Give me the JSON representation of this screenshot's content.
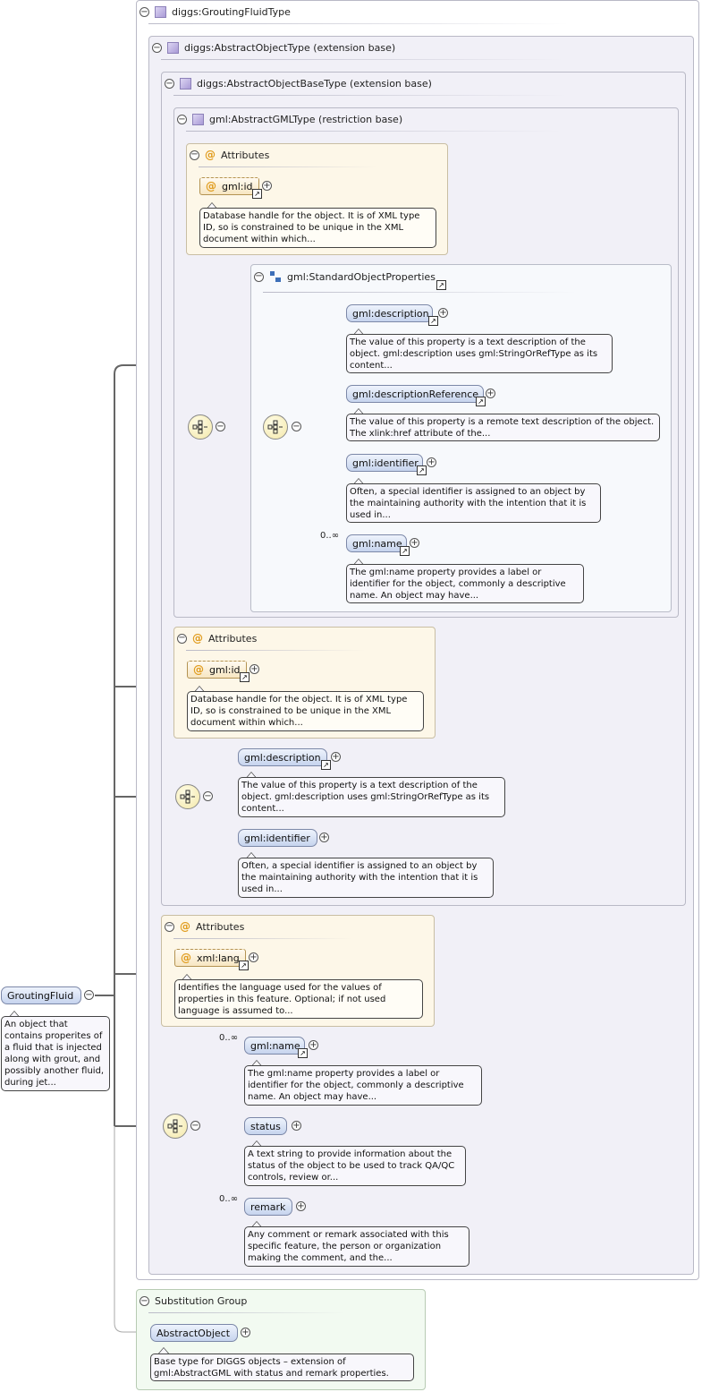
{
  "root": {
    "type_label": "diggs:GroutingFluidType",
    "element": "GroutingFluid",
    "element_desc": "An object that contains properites of a fluid that is injected along with grout, and possibly another fluid, during jet..."
  },
  "abstract_object_type": {
    "label": "diggs:AbstractObjectType (extension base)"
  },
  "abstract_object_base_type": {
    "label": "diggs:AbstractObjectBaseType (extension base)"
  },
  "abstract_gml_type": {
    "label": "gml:AbstractGMLType (restriction base)",
    "attributes_header": "Attributes",
    "id_attr": {
      "name": "gml:id",
      "desc": "Database handle for the object. It is of XML type ID, so is constrained to be unique in the XML document within which..."
    },
    "group": {
      "label": "gml:StandardObjectProperties",
      "elements": [
        {
          "name": "gml:description",
          "occurs": "",
          "desc": "The value of this property is a text description of the object. gml:description uses gml:StringOrRefType as its content..."
        },
        {
          "name": "gml:descriptionReference",
          "occurs": "",
          "desc": "The value of this property is a remote text description of the object. The xlink:href attribute of the..."
        },
        {
          "name": "gml:identifier",
          "occurs": "",
          "desc": "Often, a special identifier is assigned to an object by the maintaining authority with the intention that it is used in..."
        },
        {
          "name": "gml:name",
          "occurs": "0..∞",
          "desc": "The gml:name property provides a label or identifier for the object, commonly a descriptive name. An object may have..."
        }
      ]
    }
  },
  "base_attributes": {
    "header": "Attributes",
    "id_attr": {
      "name": "gml:id",
      "desc": "Database handle for the object. It is of XML type ID, so is constrained to be unique in the XML document within which..."
    }
  },
  "base_sequence": [
    {
      "name": "gml:description",
      "desc": "The value of this property is a text description of the object. gml:description uses gml:StringOrRefType as its content..."
    },
    {
      "name": "gml:identifier",
      "desc": "Often, a special identifier is assigned to an object by the maintaining authority with the intention that it is used in..."
    }
  ],
  "object_attributes": {
    "header": "Attributes",
    "lang_attr": {
      "name": "xml:lang",
      "desc": "Identifies the language used for the values of properties in this feature. Optional; if not used language is assumed to..."
    }
  },
  "object_sequence": [
    {
      "name": "gml:name",
      "occurs": "0..∞",
      "desc": "The gml:name property provides a label or identifier for the object, commonly a descriptive name. An object may have..."
    },
    {
      "name": "status",
      "occurs": "",
      "desc": "A text string to provide information about the status of the object to be used to track QA/QC controls, review or..."
    },
    {
      "name": "remark",
      "occurs": "0..∞",
      "desc": "Any comment or remark associated with this specific feature, the person or organization making the comment, and the..."
    }
  ],
  "substitution": {
    "header": "Substitution Group",
    "element": "AbstractObject",
    "desc": "Base type for DIGGS objects – extension of gml:AbstractGML with status and remark properties."
  },
  "icons": {
    "collapse": "−",
    "expand": "+",
    "reference": "↗",
    "attribute": "@"
  },
  "colors": {
    "type_fill": "#f1f0f7",
    "attr_fill": "#fdf7e8",
    "element_fill": "#c6d4ee",
    "subst_fill": "#f2faf1",
    "attr_symbol": "#e09b1c"
  }
}
